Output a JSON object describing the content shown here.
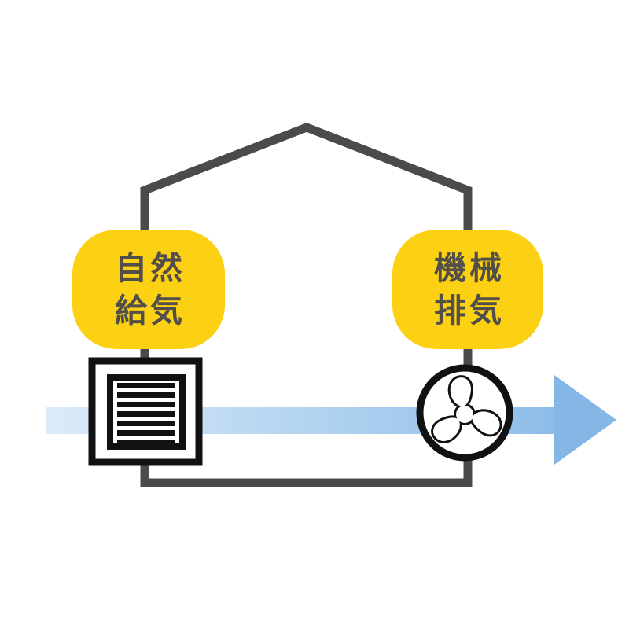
{
  "diagram": {
    "description_name": "natural-supply-mechanical-exhaust-ventilation-diagram",
    "house": {
      "outline_color": "#4b4b4b"
    },
    "badges": {
      "supply": {
        "line1": "自然",
        "line2": "給気",
        "bg": "#fcd013",
        "text_color": "#524e4a"
      },
      "exhaust": {
        "line1": "機械",
        "line2": "排気",
        "bg": "#fcd013",
        "text_color": "#524e4a"
      }
    },
    "airflow": {
      "direction": "left-to-right",
      "gradient_start": "#dcebf8",
      "gradient_end": "#8cbde9",
      "arrowhead_color": "#85b7e6"
    },
    "icons": {
      "left": "vent-grille-icon",
      "right": "exhaust-fan-icon",
      "icon_stroke": "#111111"
    }
  }
}
